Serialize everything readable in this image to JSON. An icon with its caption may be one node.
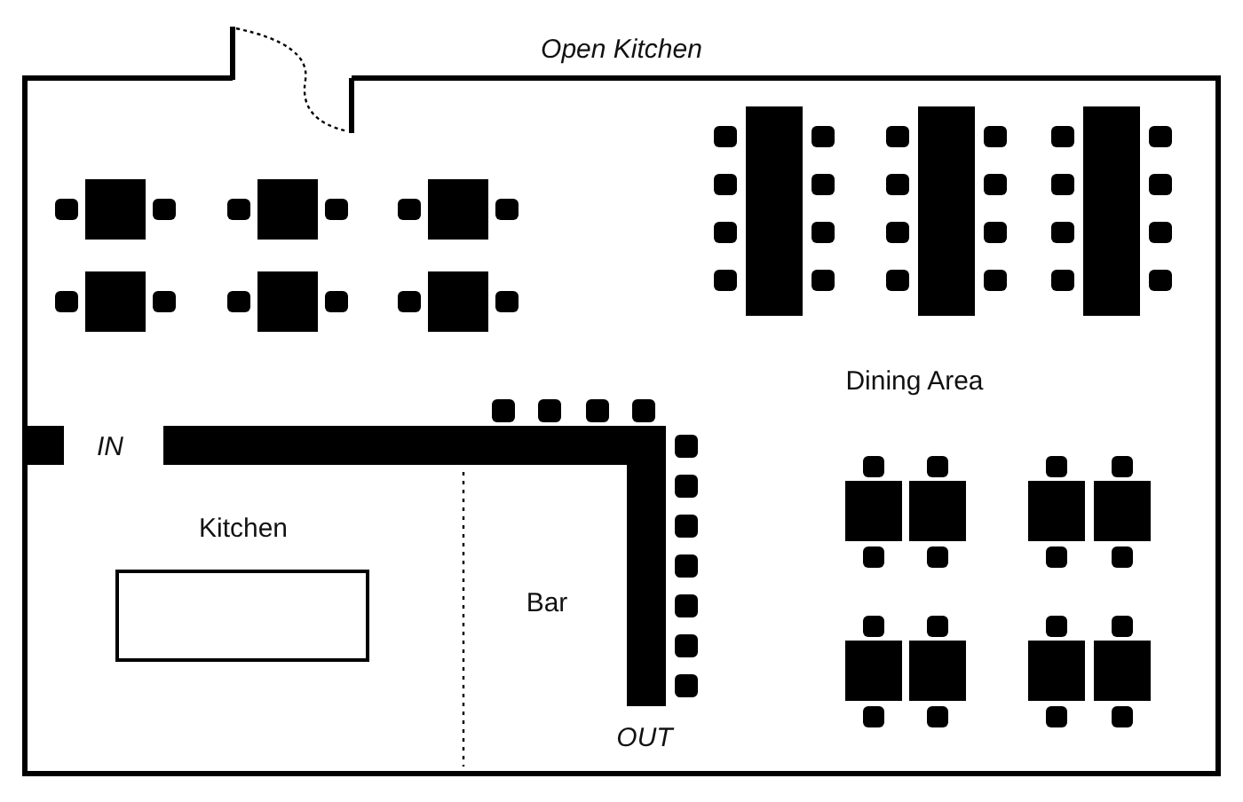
{
  "diagram": {
    "labels": [
      "Open Kitchen",
      "Dining Area",
      "IN",
      "Kitchen",
      "Bar",
      "OUT"
    ]
  }
}
